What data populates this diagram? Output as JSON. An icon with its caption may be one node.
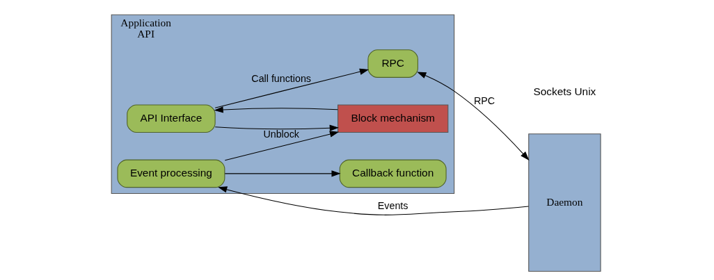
{
  "diagram": {
    "nodes": [
      {
        "text": [
          "Application",
          "API"
        ]
      },
      {
        "text": [
          "API Interface"
        ],
        "in": 0
      },
      {
        "text": [
          "Callback function"
        ],
        "in": 0
      },
      {
        "text": [
          "Event processing"
        ],
        "in": 0
      },
      {
        "text": [
          "Block mechanism"
        ],
        "in": 0
      },
      {
        "text": [
          "RPC"
        ],
        "in": 0
      },
      {
        "text": [
          "Daemon"
        ]
      }
    ],
    "edges": [
      {
        "from": 1,
        "to": 4,
        "arrow": "to"
      },
      {
        "from": 4,
        "to": 1,
        "arrow": "to"
      },
      {
        "from": 1,
        "to": 5,
        "arrow": "to",
        "label": "Call functions"
      },
      {
        "from": 3,
        "to": 4,
        "arrow": "to",
        "label": "Unblock"
      },
      {
        "from": 3,
        "to": 2,
        "arrow": "to"
      },
      {
        "from": 6,
        "to": 3,
        "arrow": "to",
        "label": "Events"
      },
      {
        "from": 5,
        "to": 6,
        "arrow": "both",
        "label": "RPC"
      }
    ],
    "labels": [
      "Sockets Unix"
    ]
  }
}
